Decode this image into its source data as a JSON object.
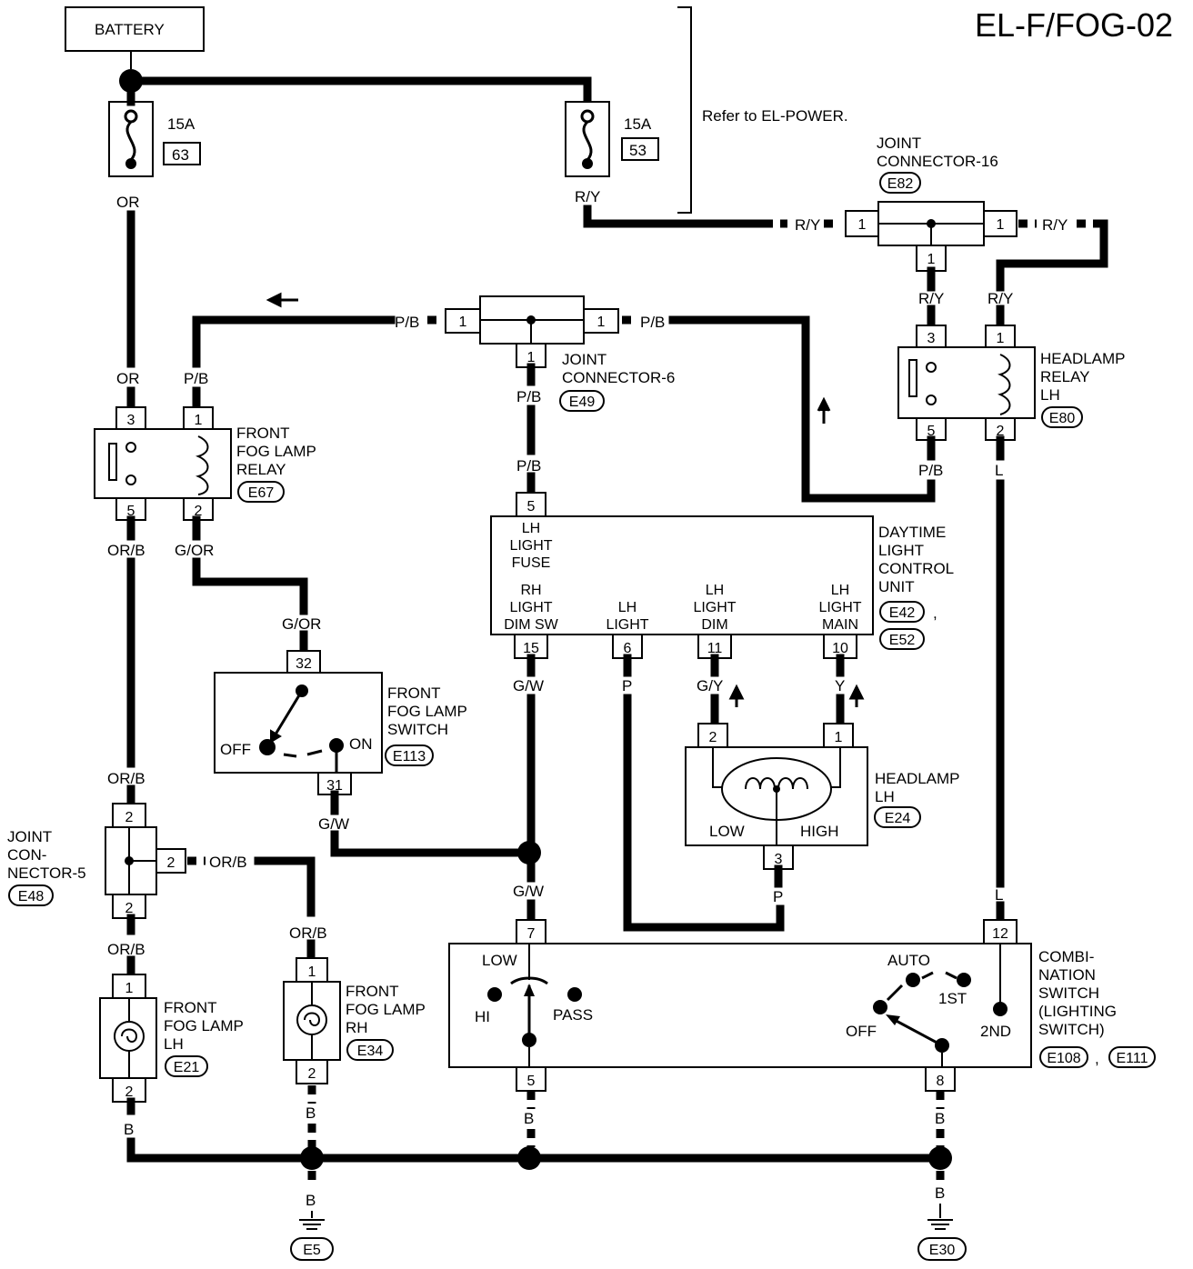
{
  "page_code": "EL-F/FOG-02",
  "battery": "BATTERY",
  "refer_note": "Refer to EL-POWER.",
  "fuses": [
    {
      "rating": "15A",
      "number": "63"
    },
    {
      "rating": "15A",
      "number": "53"
    }
  ],
  "wire_colors": {
    "or": "OR",
    "ry": "R/Y",
    "pb": "P/B",
    "orb": "OR/B",
    "gor": "G/OR",
    "gw": "G/W",
    "p": "P",
    "gy": "G/Y",
    "y": "Y",
    "l": "L",
    "b": "B"
  },
  "joint_connector_16": {
    "label1": "JOINT",
    "label2": "CONNECTOR-16",
    "id": "E82"
  },
  "joint_connector_6": {
    "label1": "JOINT",
    "label2": "CONNECTOR-6",
    "id": "E49"
  },
  "joint_connector_5": {
    "label1": "JOINT",
    "label2": "CON-",
    "label3": "NECTOR-5",
    "id": "E48"
  },
  "headlamp_relay": {
    "label1": "HEADLAMP",
    "label2": "RELAY",
    "label3": "LH",
    "id": "E80"
  },
  "fog_relay": {
    "label1": "FRONT",
    "label2": "FOG LAMP",
    "label3": "RELAY",
    "id": "E67"
  },
  "fog_switch": {
    "label1": "FRONT",
    "label2": "FOG LAMP",
    "label3": "SWITCH",
    "id": "E113",
    "off": "OFF",
    "on": "ON"
  },
  "dtrl": {
    "label1": "DAYTIME",
    "label2": "LIGHT",
    "label3": "CONTROL",
    "label4": "UNIT",
    "id1": "E42",
    "id2": "E52",
    "sep": ",",
    "fuse1": "LH",
    "fuse2": "LIGHT",
    "fuse3": "FUSE",
    "rh1": "RH",
    "rh2": "LIGHT",
    "rh3": "DIM SW",
    "lh1": "LH",
    "lh2": "LIGHT",
    "dim1": "LH",
    "dim2": "LIGHT",
    "dim3": "DIM",
    "main1": "LH",
    "main2": "LIGHT",
    "main3": "MAIN"
  },
  "headlamp": {
    "label1": "HEADLAMP",
    "label2": "LH",
    "id": "E24",
    "low": "LOW",
    "high": "HIGH"
  },
  "fog_lh": {
    "label1": "FRONT",
    "label2": "FOG LAMP",
    "label3": "LH",
    "id": "E21"
  },
  "fog_rh": {
    "label1": "FRONT",
    "label2": "FOG LAMP",
    "label3": "RH",
    "id": "E34"
  },
  "combi": {
    "label1": "COMBI-",
    "label2": "NATION",
    "label3": "SWITCH",
    "label4": "(LIGHTING",
    "label5": "SWITCH)",
    "id1": "E108",
    "id2": "E111",
    "sep": ",",
    "low": "LOW",
    "hi": "HI",
    "pass": "PASS",
    "auto": "AUTO",
    "first": "1ST",
    "off": "OFF",
    "second": "2ND"
  },
  "grounds": [
    "E5",
    "E30"
  ],
  "pins": {
    "p1": "1",
    "p2": "2",
    "p3": "3",
    "p5": "5",
    "p6": "6",
    "p7": "7",
    "p8": "8",
    "p10": "10",
    "p11": "11",
    "p12": "12",
    "p15": "15",
    "p31": "31",
    "p32": "32"
  }
}
